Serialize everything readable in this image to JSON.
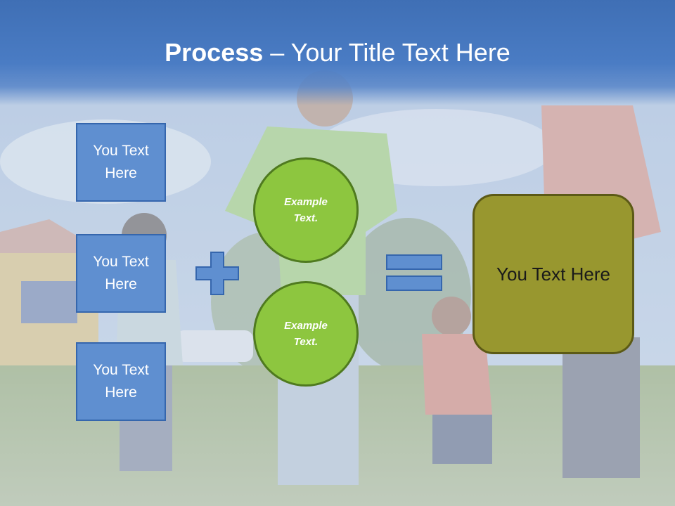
{
  "slide": {
    "title_bold": "Process",
    "title_sep": " – ",
    "title_rest": "Your Title Text Here",
    "left_boxes": [
      {
        "text": "You Text Here"
      },
      {
        "text": "You Text Here"
      },
      {
        "text": "You Text Here"
      }
    ],
    "circles": [
      {
        "text": "Example Text."
      },
      {
        "text": "Example Text."
      }
    ],
    "result_text": "You Text Here"
  },
  "colors": {
    "header": "#4a7cc4",
    "box_fill": "#5f8fd0",
    "circle_fill": "#8dc63f",
    "result_fill": "#98972f"
  },
  "icons": [
    "plus-icon",
    "equals-icon"
  ]
}
